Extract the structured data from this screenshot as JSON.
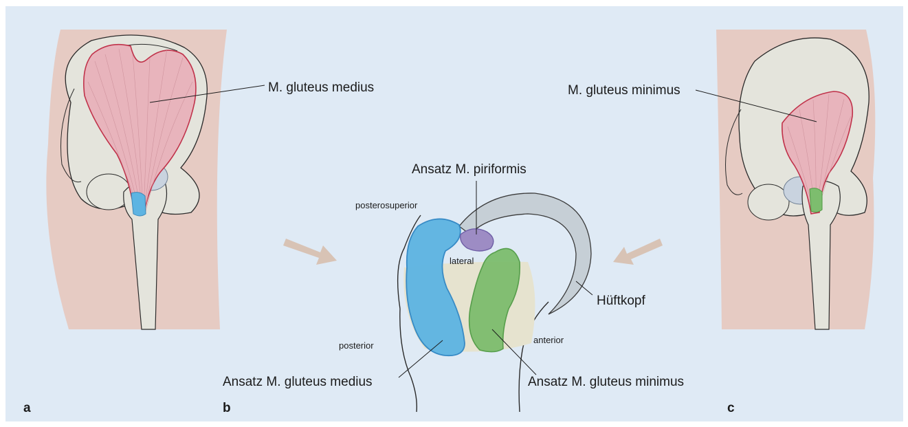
{
  "panels": {
    "a": "a",
    "b": "b",
    "c": "c"
  },
  "labels": {
    "gluteus_medius": "M. gluteus medius",
    "gluteus_minimus": "M. gluteus minimus",
    "ansatz_piriformis": "Ansatz M. piriformis",
    "posterosuperior": "posterosuperior",
    "lateral": "lateral",
    "posterior": "posterior",
    "anterior": "anterior",
    "hueftkopf": "Hüftkopf",
    "ansatz_gluteus_medius": "Ansatz M. gluteus medius",
    "ansatz_gluteus_minimus": "Ansatz M. gluteus minimus"
  },
  "icons": {
    "arrow_left": "arrow-right-down-icon",
    "arrow_right": "arrow-left-down-icon"
  },
  "colors": {
    "background": "#dfeaf5",
    "skin": "#e8ccc4",
    "bone": "#e4e4dc",
    "muscle": "#e8b4bc",
    "muscle_outline": "#c0324a",
    "medius_insertion": "#5db4e2",
    "minimus_insertion": "#7dbd6e",
    "piriformis_insertion": "#9d8cc4",
    "femoral_head": "#c6cfd6",
    "arrow": "#d8c3b5"
  }
}
